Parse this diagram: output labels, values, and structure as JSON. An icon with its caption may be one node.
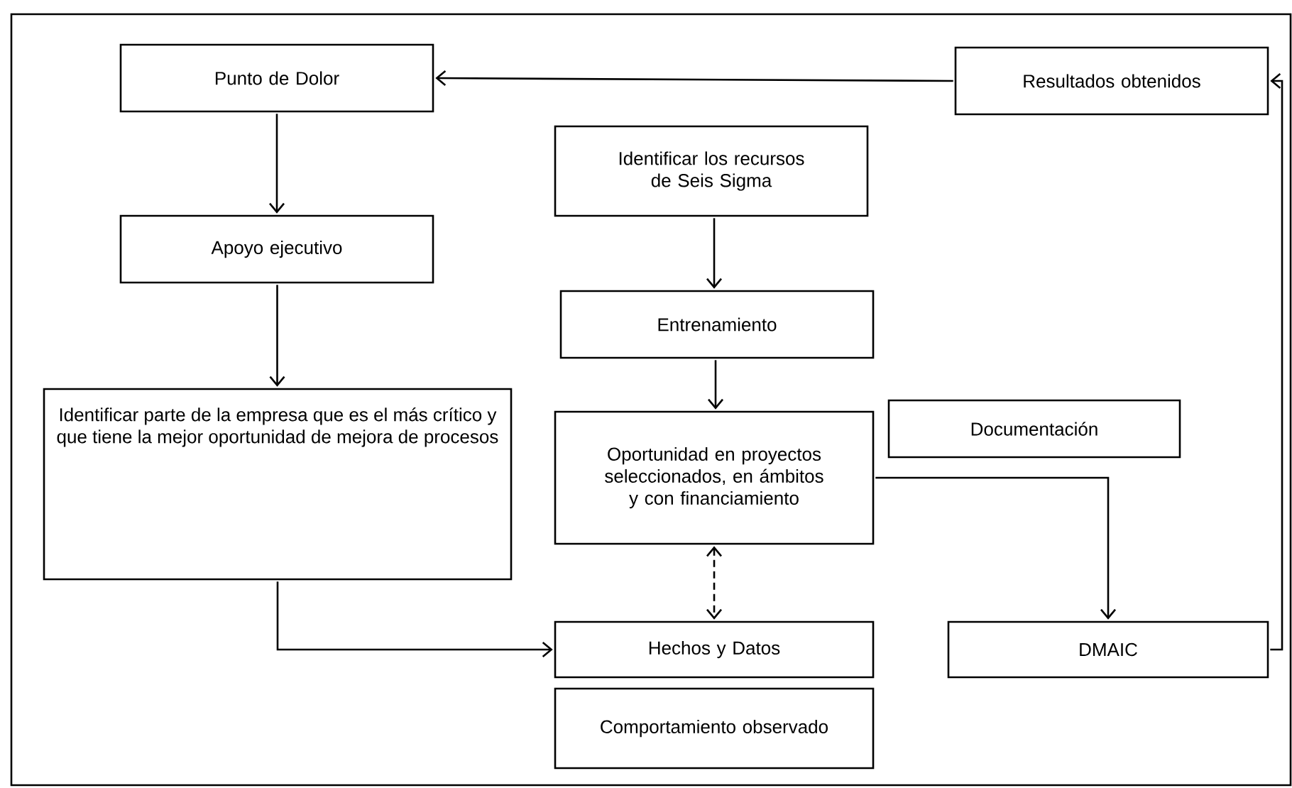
{
  "diagram": {
    "nodes": [
      {
        "text": [
          "Punto de Dolor"
        ]
      },
      {
        "text": [
          "Resultados obtenidos"
        ]
      },
      {
        "text": [
          "Identificar los recursos de Seis Sigma"
        ]
      },
      {
        "text": [
          "Apoyo ejecutivo"
        ]
      },
      {
        "text": [
          "Entrenamiento"
        ]
      },
      {
        "text": [
          "Identificar parte de la empresa que es el más crítico y que tiene la mejor oportunidad de mejora de procesos"
        ]
      },
      {
        "text": [
          "Oportunidad en proyectos seleccionados, en ámbitos y  con financiamiento"
        ]
      },
      {
        "text": [
          "Documentación"
        ]
      },
      {
        "text": [
          "Hechos y Datos"
        ]
      },
      {
        "text": [
          "DMAIC"
        ]
      },
      {
        "text": [
          "Comportamiento observado"
        ]
      }
    ],
    "edges": [
      {
        "from": 1,
        "to": 0,
        "arrow": "to"
      },
      {
        "from": 0,
        "to": 3,
        "arrow": "to"
      },
      {
        "from": 2,
        "to": 4,
        "arrow": "to"
      },
      {
        "from": 3,
        "to": 5,
        "arrow": "to"
      },
      {
        "from": 4,
        "to": 6,
        "arrow": "to"
      },
      {
        "from": 6,
        "to": 8,
        "arrow": "both",
        "style": "dashed"
      },
      {
        "from": 5,
        "to": 8,
        "arrow": "to"
      },
      {
        "from": 6,
        "to": 9,
        "arrow": "to"
      },
      {
        "from": 9,
        "to": 1,
        "arrow": "to"
      }
    ]
  }
}
